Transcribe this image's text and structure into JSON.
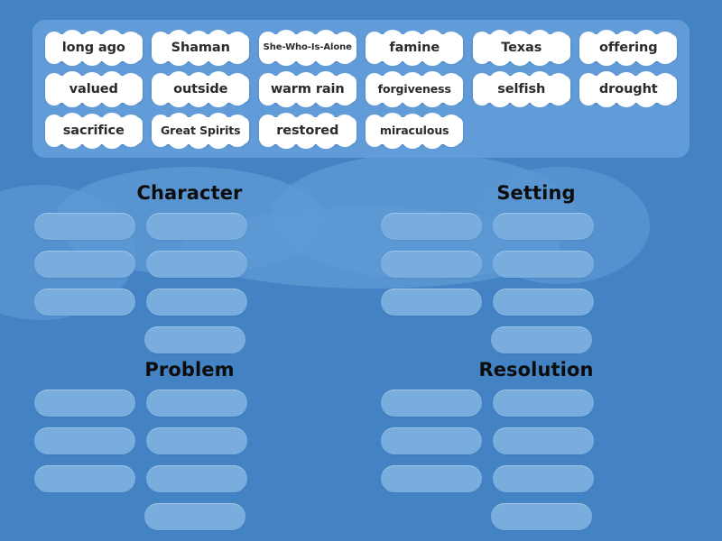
{
  "activity": {
    "type": "group-sort",
    "theme": "clouds"
  },
  "colors": {
    "page_background": "#4383c4",
    "panel_background": "#619bd8",
    "slot_fill": "#78adde",
    "tile_fill": "#ffffff",
    "tile_text": "#2b2b2b",
    "heading_text": "#0d0d0d"
  },
  "word_bank": {
    "rows": [
      [
        {
          "label": "long ago",
          "size": "normal"
        },
        {
          "label": "Shaman",
          "size": "normal"
        },
        {
          "label": "She-Who-Is-Alone",
          "size": "tiny"
        },
        {
          "label": "famine",
          "size": "normal"
        },
        {
          "label": "Texas",
          "size": "normal"
        },
        {
          "label": "offering",
          "size": "normal"
        }
      ],
      [
        {
          "label": "valued",
          "size": "normal"
        },
        {
          "label": "outside",
          "size": "normal"
        },
        {
          "label": "warm rain",
          "size": "normal"
        },
        {
          "label": "forgiveness",
          "size": "small"
        },
        {
          "label": "selfish",
          "size": "normal"
        },
        {
          "label": "drought",
          "size": "normal"
        }
      ],
      [
        {
          "label": "sacrifice",
          "size": "normal"
        },
        {
          "label": "Great Spirits",
          "size": "small"
        },
        {
          "label": "restored",
          "size": "normal"
        },
        {
          "label": "miraculous",
          "size": "small"
        }
      ]
    ]
  },
  "groups": [
    {
      "title": "Character",
      "slot_count": 7
    },
    {
      "title": "Setting",
      "slot_count": 7
    },
    {
      "title": "Problem",
      "slot_count": 7
    },
    {
      "title": "Resolution",
      "slot_count": 7
    }
  ]
}
